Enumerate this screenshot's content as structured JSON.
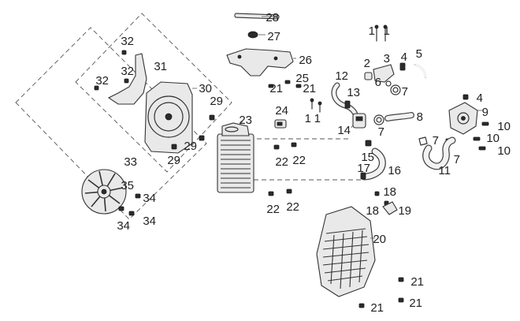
{
  "callouts": {
    "c1a": "1",
    "c1b": "1",
    "c1c": "1",
    "c1d": "1",
    "c2": "2",
    "c3": "3",
    "c4a": "4",
    "c4b": "4",
    "c5": "5",
    "c6": "6",
    "c7a": "7",
    "c7b": "7",
    "c7c": "7",
    "c7d": "7",
    "c8": "8",
    "c9": "9",
    "c10a": "10",
    "c10b": "10",
    "c10c": "10",
    "c11": "11",
    "c12": "12",
    "c13": "13",
    "c14": "14",
    "c15": "15",
    "c16": "16",
    "c17": "17",
    "c18a": "18",
    "c18b": "18",
    "c19": "19",
    "c20": "20",
    "c21a": "21",
    "c21b": "21",
    "c21c": "21",
    "c21d": "21",
    "c21e": "21",
    "c22a": "22",
    "c22b": "22",
    "c22c": "22",
    "c22d": "22",
    "c23": "23",
    "c24": "24",
    "c25": "25",
    "c26": "26",
    "c27": "27",
    "c28": "28",
    "c29a": "29",
    "c29b": "29",
    "c29c": "29",
    "c30": "30",
    "c31": "31",
    "c32a": "32",
    "c32b": "32",
    "c32c": "32",
    "c33": "33",
    "c34a": "34",
    "c34b": "34",
    "c34c": "34",
    "c35": "35"
  }
}
